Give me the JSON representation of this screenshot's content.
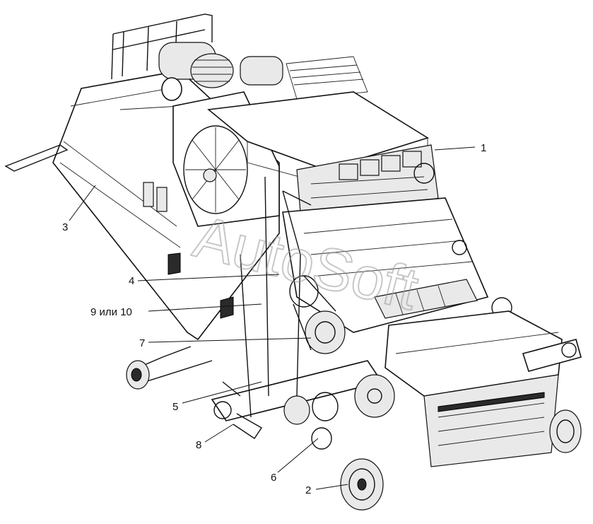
{
  "callouts": [
    {
      "id": "1",
      "text": "1"
    },
    {
      "id": "2",
      "text": "2"
    },
    {
      "id": "3",
      "text": "3"
    },
    {
      "id": "4",
      "text": "4"
    },
    {
      "id": "5",
      "text": "5"
    },
    {
      "id": "6",
      "text": "6"
    },
    {
      "id": "7",
      "text": "7"
    },
    {
      "id": "8",
      "text": "8"
    },
    {
      "id": "9",
      "text": "9 или 10"
    }
  ],
  "watermark": "AutoSoft"
}
